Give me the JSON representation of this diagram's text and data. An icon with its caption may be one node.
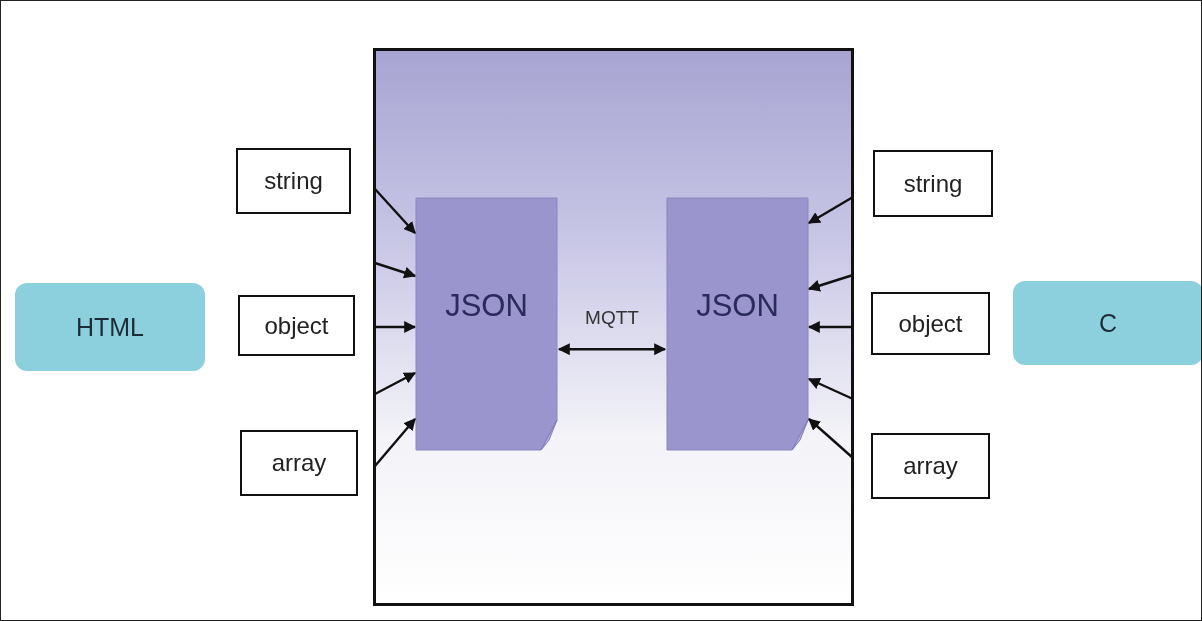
{
  "diagram": {
    "nodes": [
      {
        "text": [],
        "shape": "box"
      },
      {
        "text": [
          "JSON"
        ],
        "in": 0
      },
      {
        "text": [
          "JSON"
        ],
        "in": 0
      },
      {
        "text": [
          "HTML"
        ]
      },
      {
        "text": [
          "string"
        ]
      },
      {
        "text": [
          "object"
        ]
      },
      {
        "text": [
          "array"
        ]
      },
      {
        "text": [
          "string"
        ]
      },
      {
        "text": [
          "object"
        ]
      },
      {
        "text": [
          "array"
        ]
      },
      {
        "text": [
          "C"
        ]
      }
    ],
    "edges": [
      {
        "from": 1,
        "to": 2,
        "arrow": "both",
        "label": "MQTT"
      },
      {
        "from": null,
        "to": 1,
        "arrow": "to"
      },
      {
        "from": null,
        "to": 1,
        "arrow": "to"
      },
      {
        "from": null,
        "to": 1,
        "arrow": "to"
      },
      {
        "from": null,
        "to": 1,
        "arrow": "to"
      },
      {
        "from": null,
        "to": 1,
        "arrow": "to"
      },
      {
        "from": null,
        "to": 2,
        "arrow": "to"
      },
      {
        "from": null,
        "to": 2,
        "arrow": "to"
      },
      {
        "from": null,
        "to": 2,
        "arrow": "to"
      },
      {
        "from": null,
        "to": 2,
        "arrow": "to"
      },
      {
        "from": null,
        "to": 2,
        "arrow": "to"
      }
    ]
  }
}
